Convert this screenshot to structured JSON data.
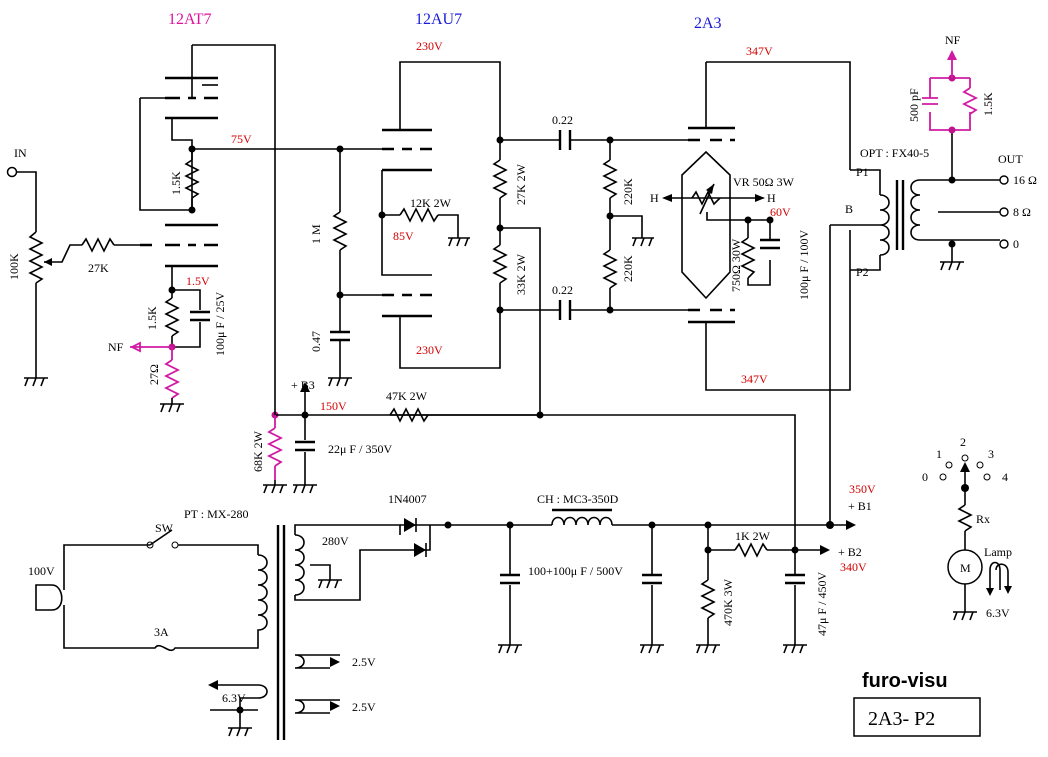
{
  "tubes": {
    "v1": "12AT7",
    "v2": "12AU7",
    "v3": "2A3"
  },
  "voltages": {
    "v1_plate": "75V",
    "v1_cathode": "1.5V",
    "v2_plate_top": "230V",
    "v2_plate_bottom": "230V",
    "v2_cathode": "85V",
    "v3_plate_top": "347V",
    "v3_plate_bottom": "347V",
    "v3_cathode": "60V",
    "b3": "150V",
    "b1": "350V",
    "b2": "340V"
  },
  "labels": {
    "in": "IN",
    "nf_left": "NF",
    "nf_top": "NF",
    "out": "OUT",
    "h_left": "H",
    "h_right": "H",
    "b": "B",
    "p1": "P1",
    "p2": "P2",
    "b3": "+ B3",
    "b1": "+ B1",
    "b2": "+ B2",
    "tap16": "16 Ω",
    "tap8": "8 Ω",
    "tap0": "0",
    "lamp": "Lamp",
    "m": "M",
    "rx": "Rx",
    "sw_pos0": "0",
    "sw_pos1": "1",
    "sw_pos2": "2",
    "sw_pos3": "3",
    "sw_pos4": "4"
  },
  "components": {
    "vol": "100K",
    "r27k": "27K",
    "r1k5_v1": "1.5K",
    "r1k5_k": "1.5K",
    "cap_k1": "100μ F / 25V",
    "r27ohm": "27Ω",
    "r1m": "1 M",
    "c047": "0.47",
    "r12k": "12K 2W",
    "r27k2w": "27K 2W",
    "r33k2w": "33K 2W",
    "c022_top": "0.22",
    "c022_bot": "0.22",
    "r220k_top": "220K",
    "r220k_bot": "220K",
    "vr": "VR 50Ω 3W",
    "r750": "750Ω 30W",
    "cap_k3": "100μ F / 100V",
    "opt": "OPT : FX40-5",
    "c500p": "500 pF",
    "r1k5_nf": "1.5K",
    "r68k": "68K 2W",
    "cap_b3": "22μ F / 350V",
    "r47k": "47K 2W",
    "pt": "PT : MX-280",
    "sw": "SW",
    "mains": "100V",
    "fuse": "3A",
    "sec280": "280V",
    "diode": "1N4007",
    "choke": "CH : MC3-350D",
    "cap_filter": "100+100μ F / 500V",
    "r1k": "1K 2W",
    "r470k": "470K 3W",
    "cap_b2": "47μ F / 450V",
    "fil63": "6.3V",
    "fil25a": "2.5V",
    "fil25b": "2.5V",
    "lamp_v": "6.3V"
  },
  "title_block": {
    "brand": "furo-visu",
    "model": "2A3- P2"
  }
}
